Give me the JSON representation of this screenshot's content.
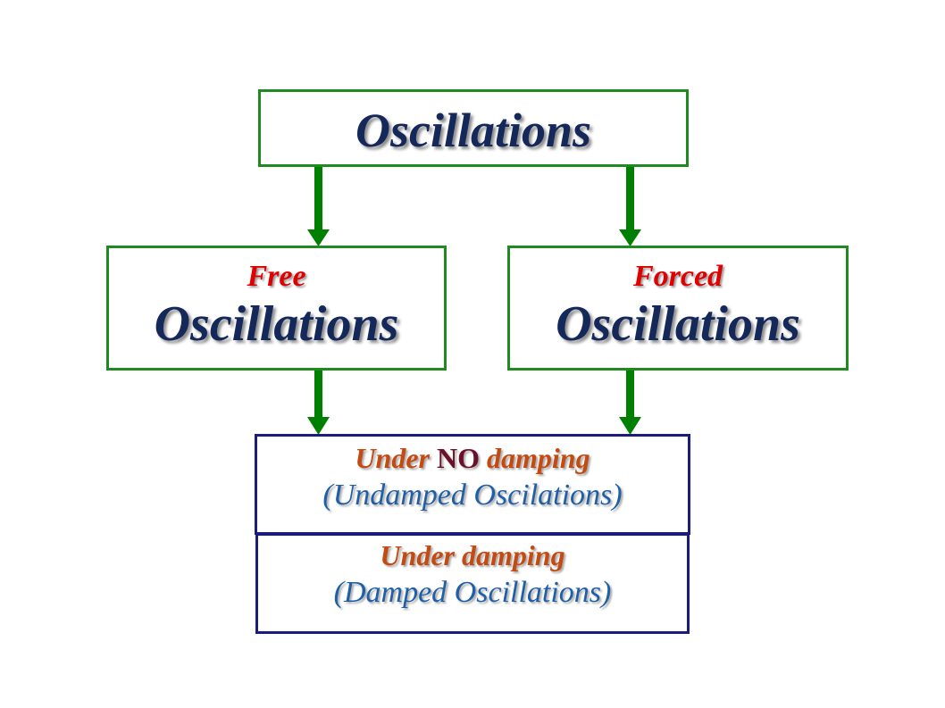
{
  "diagram": {
    "root": {
      "label": "Oscillations"
    },
    "free": {
      "kind": "Free",
      "label": "Oscillations"
    },
    "forced": {
      "kind": "Forced",
      "label": "Oscillations"
    },
    "undamped": {
      "line1_prefix": "Under ",
      "line1_emph": "NO",
      "line1_suffix": " damping",
      "line2": "(Undamped Oscilations)"
    },
    "damped": {
      "line1": "Under damping",
      "line2": "(Damped Oscillations)"
    },
    "colors": {
      "box_border": "#1f8a1f",
      "bottom_border": "#1c1c7a",
      "arrow": "#008000",
      "title_text": "#15285a",
      "kind_text": "#e00000",
      "damping_text": "#c44a12",
      "paren_text": "#1f5fa8"
    }
  }
}
